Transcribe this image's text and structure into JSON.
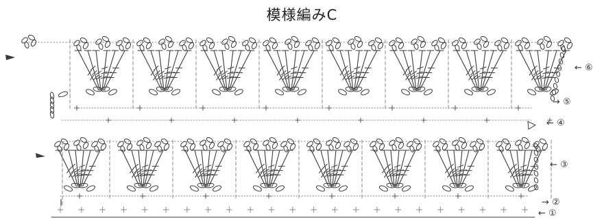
{
  "title": "模様編みC",
  "row_labels": [
    {
      "row": 6,
      "text": "← ⑥",
      "direction": "left"
    },
    {
      "row": 5,
      "text": "→ ⑤",
      "direction": "right"
    },
    {
      "row": 4,
      "text": "← ④",
      "direction": "left"
    },
    {
      "row": 3,
      "text": "← ③",
      "direction": "left"
    },
    {
      "row": 2,
      "text": "→ ②",
      "direction": "right"
    },
    {
      "row": 1,
      "text": "← ①",
      "direction": "left"
    }
  ],
  "colors": {
    "ink": "#3a3a3a",
    "light": "#8a8a8a",
    "plus": "#555555"
  }
}
